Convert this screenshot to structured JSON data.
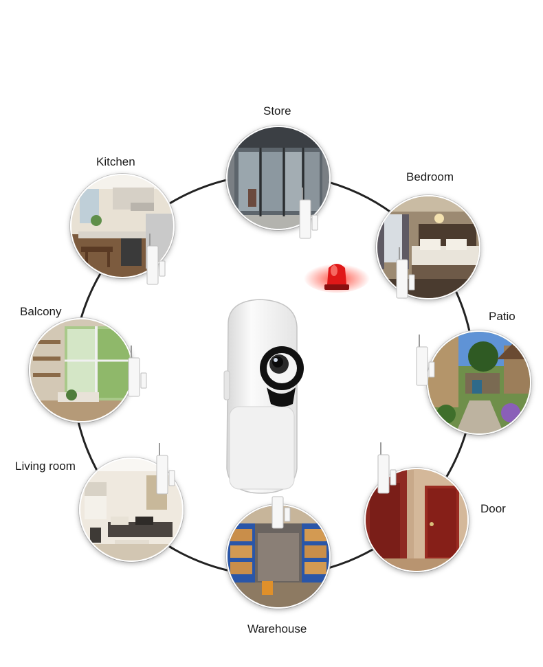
{
  "locations": {
    "store": "Store",
    "kitchen": "Kitchen",
    "bedroom": "Bedroom",
    "balcony": "Balcony",
    "patio": "Patio",
    "living_room": "Living room",
    "door": "Door",
    "warehouse": "Warehouse"
  },
  "colors": {
    "ring": "#222222",
    "siren": "#e01818",
    "device_body": "#f4f4f4",
    "lens_ring": "#111111"
  },
  "icons": {
    "center": "pir-camera-device",
    "alarm": "red-siren-light",
    "sensor": "door-window-sensor"
  }
}
